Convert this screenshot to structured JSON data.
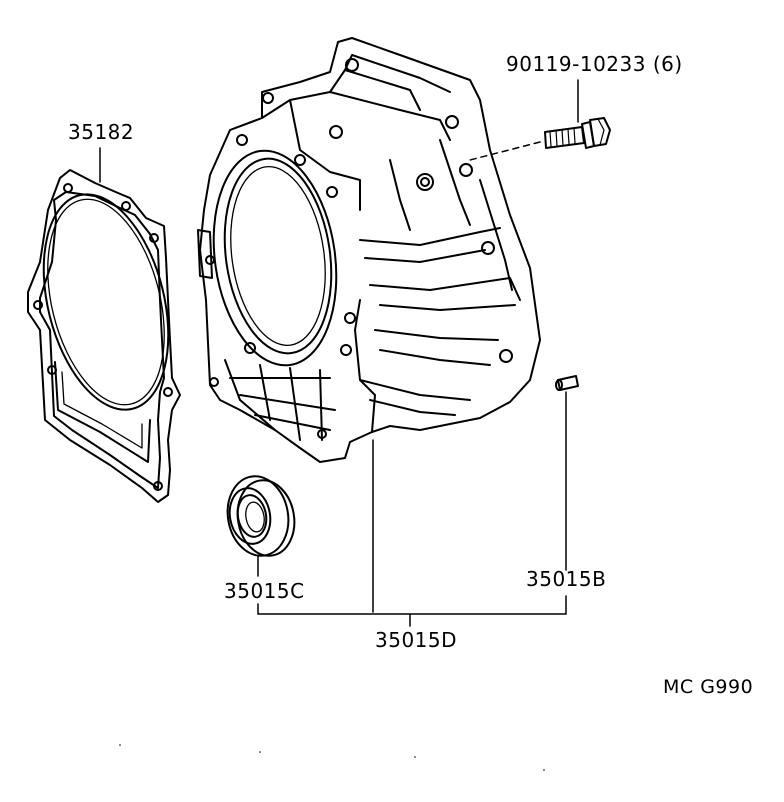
{
  "parts": {
    "bolt": "90119-10233 (6)",
    "gasket": "35182",
    "oil_seal": "35015C",
    "pin": "35015B",
    "assembly": "35015D"
  },
  "drawing_code": "MC  G990",
  "colors": {
    "ink": "#000000",
    "paper": "#ffffff"
  }
}
